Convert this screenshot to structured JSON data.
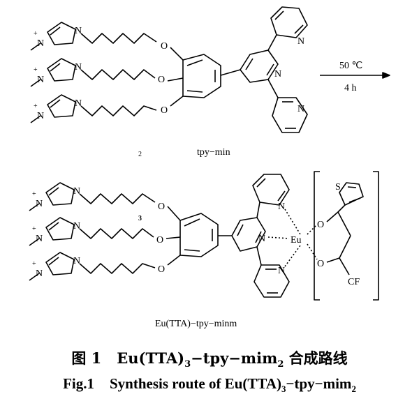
{
  "reaction": {
    "temperature": "50 ℃",
    "time": "4 h"
  },
  "labels": {
    "ligand": "tpy−min",
    "ligand_ref": "2",
    "complex": "Eu(TTA)−tpy−minm",
    "complex_ref": "3"
  },
  "atoms": {
    "nitrogen": "N",
    "nitrogen_plus": "+",
    "oxygen": "O",
    "europium": "Eu",
    "sulfur": "S",
    "fluorine_group": "CF"
  },
  "caption_cn": {
    "fig_no": "图 1",
    "title_a": "Eu(TTA)",
    "sub_a": "3",
    "title_b": "−tpy−mim",
    "sub_b": "2",
    "title_c": " 合成路线"
  },
  "caption_en": {
    "fig_no": "Fig.1",
    "title_a": "Synthesis route of Eu(TTA)",
    "sub_a": "3",
    "title_b": "−tpy−mim",
    "sub_b": "2"
  }
}
